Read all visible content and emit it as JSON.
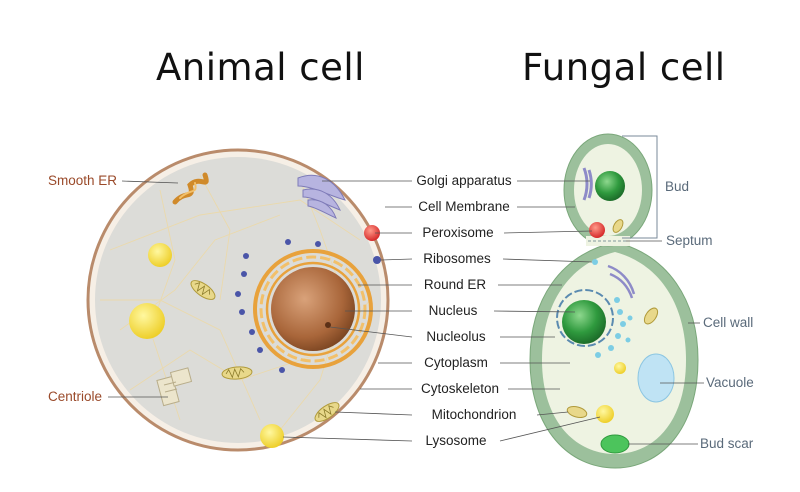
{
  "titles": {
    "animal": "Animal cell",
    "fungal": "Fungal cell"
  },
  "left_labels": {
    "smooth_er": "Smooth ER",
    "centriole": "Centriole"
  },
  "center_labels": [
    "Golgi apparatus",
    "Cell Membrane",
    "Peroxisome",
    "Ribosomes",
    "Round ER",
    "Nucleus",
    "Nucleolus",
    "Cytoplasm",
    "Cytoskeleton",
    "Mitochondrion",
    "Lysosome"
  ],
  "right_labels": {
    "bud": "Bud",
    "septum": "Septum",
    "cell_wall": "Cell wall",
    "vacuole": "Vacuole",
    "bud_scar": "Bud scar"
  },
  "colors": {
    "animal_membrane": "#b98b6b",
    "animal_cytoplasm": "#dcdcd8",
    "nucleus": "#a96a3f",
    "round_er": "#e8a23c",
    "fungal_wall": "#9cc09c",
    "fungal_cytoplasm": "#eef3e2",
    "fungal_nucleus": "#2f9a3e",
    "peroxisome": "#e23a3a",
    "lysosome": "#f2dc3a",
    "ribosome": "#4a55a8",
    "golgi": "#a9a6d6",
    "vacuole": "#bfe3f4",
    "left_label_color": "#9a4a2a",
    "right_label_color": "#5a6a7a"
  }
}
